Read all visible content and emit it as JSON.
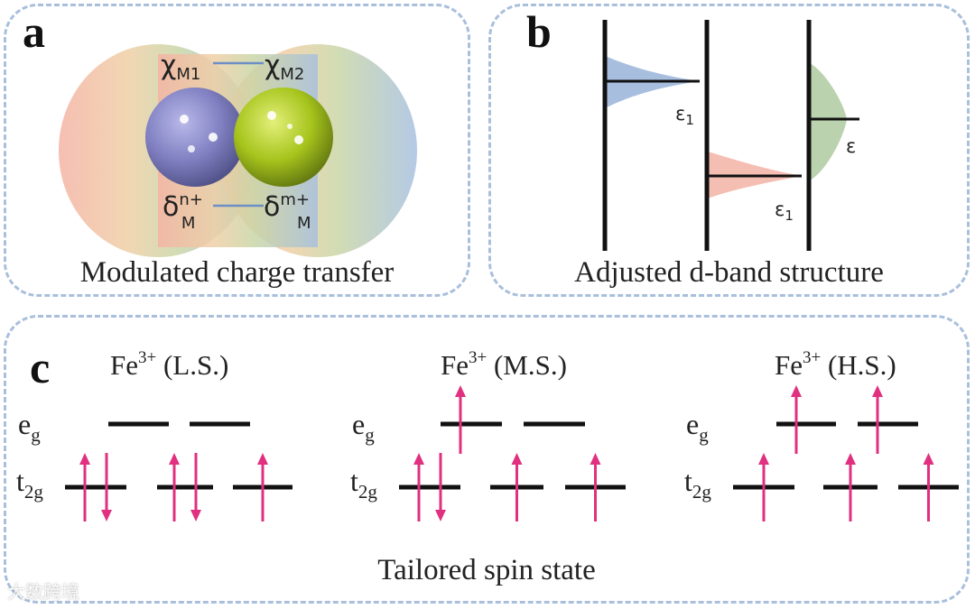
{
  "panels": {
    "a": {
      "label": "a",
      "caption": "Modulated charge transfer",
      "chi_m1": {
        "base": "χ",
        "sub": "M1"
      },
      "chi_m2": {
        "base": "χ",
        "sub": "M2"
      },
      "delta_n": {
        "base": "δ",
        "sup": "n+",
        "sub": "M"
      },
      "delta_m": {
        "base": "δ",
        "sup": "m+",
        "sub": "M"
      },
      "colors": {
        "left_halo": "#f2b4a6",
        "right_halo": "#a9c2df",
        "sphere_left": "#8080c0",
        "sphere_right": "#a8c81e"
      }
    },
    "b": {
      "label": "b",
      "caption": "Adjusted d-band structure",
      "bands": [
        {
          "label_base": "ε",
          "label_sub": "1",
          "color": "#8ba8d4"
        },
        {
          "label_base": "ε",
          "label_sub": "1",
          "color": "#f2a898"
        },
        {
          "label_base": "ε",
          "label_sub": "",
          "color": "#a9c79a"
        }
      ]
    },
    "c": {
      "label": "c",
      "caption": "Tailored spin state",
      "orbital_eg": {
        "base": "e",
        "sub": "g"
      },
      "orbital_t2g": {
        "base": "t",
        "sub": "2g"
      },
      "arrow_color": "#e0307f",
      "states": [
        {
          "ion": "Fe",
          "charge": "3+",
          "state": "(L.S.)",
          "eg": [
            "",
            ""
          ],
          "t2g": [
            "updown",
            "updown",
            "up"
          ]
        },
        {
          "ion": "Fe",
          "charge": "3+",
          "state": "(M.S.)",
          "eg": [
            "up",
            ""
          ],
          "t2g": [
            "updown",
            "up",
            "up"
          ]
        },
        {
          "ion": "Fe",
          "charge": "3+",
          "state": "(H.S.)",
          "eg": [
            "up",
            "up"
          ],
          "t2g": [
            "up",
            "up",
            "up"
          ]
        }
      ]
    }
  },
  "watermark": "大数跨境"
}
